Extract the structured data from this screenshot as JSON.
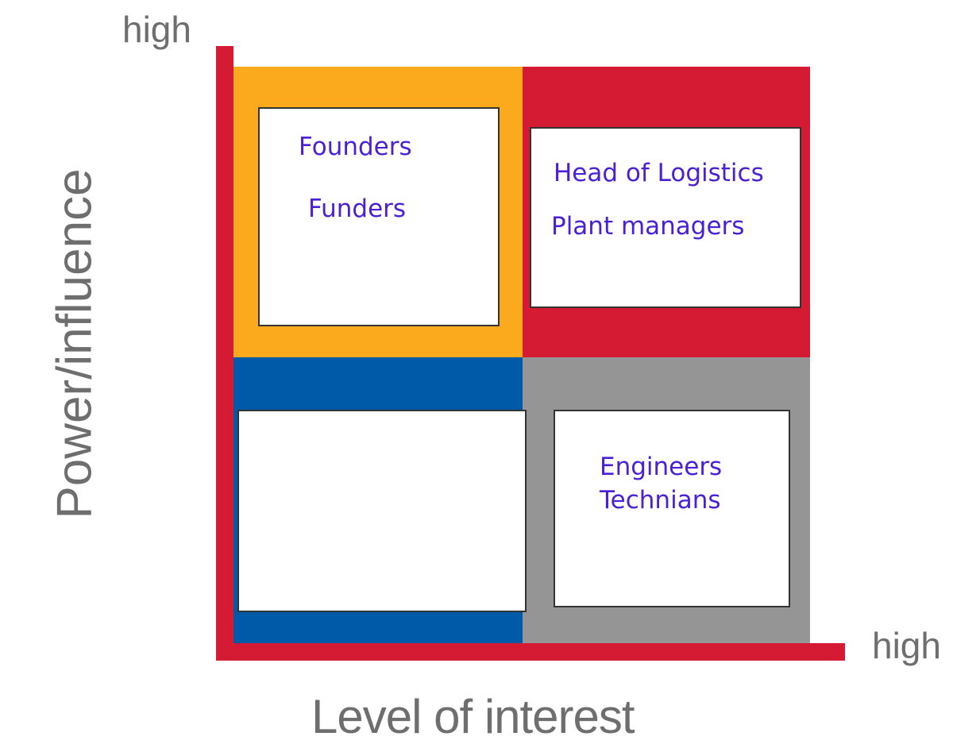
{
  "axes": {
    "y_high": "high",
    "x_high": "high",
    "y_title": "Power/influence",
    "x_title": "Level of interest",
    "axis_color": "#d51b33",
    "label_color": "#6e6e6e"
  },
  "quadrants": {
    "top_left": {
      "color": "#fbaa1d",
      "items": [
        "Founders",
        "Funders"
      ]
    },
    "top_right": {
      "color": "#d51b33",
      "items": [
        "Head of Logistics",
        "Plant managers"
      ]
    },
    "bottom_left": {
      "color": "#005aa8",
      "items": []
    },
    "bottom_right": {
      "color": "#959595",
      "items": [
        "Engineers",
        "Technians"
      ]
    }
  },
  "text_color": "#4a1fd6"
}
